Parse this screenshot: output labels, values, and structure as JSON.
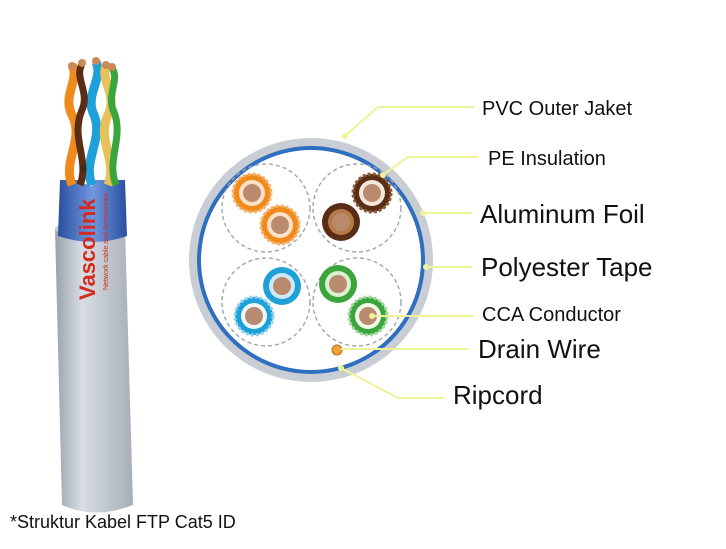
{
  "brand": {
    "name": "Vascolink",
    "tagline": "Network cable and Accessories",
    "registered_mark": "®"
  },
  "labels": {
    "outer_jacket": "PVC Outer Jaket",
    "insulation": "PE Insulation",
    "foil": "Aluminum Foil",
    "tape": "Polyester Tape",
    "conductor": "CCA Conductor",
    "drain_wire": "Drain Wire",
    "ripcord": "Ripcord"
  },
  "caption": "*Struktur Kabel FTP Cat5 ID",
  "colors": {
    "jacket": "#b7bec8",
    "foil_ring": "#2f6fbf",
    "leader_line": "#eef39a",
    "orange": "#f08a1d",
    "brown": "#5a2e16",
    "blue": "#1ea0d8",
    "green": "#3aa53a",
    "copper": "#b98a6e"
  }
}
